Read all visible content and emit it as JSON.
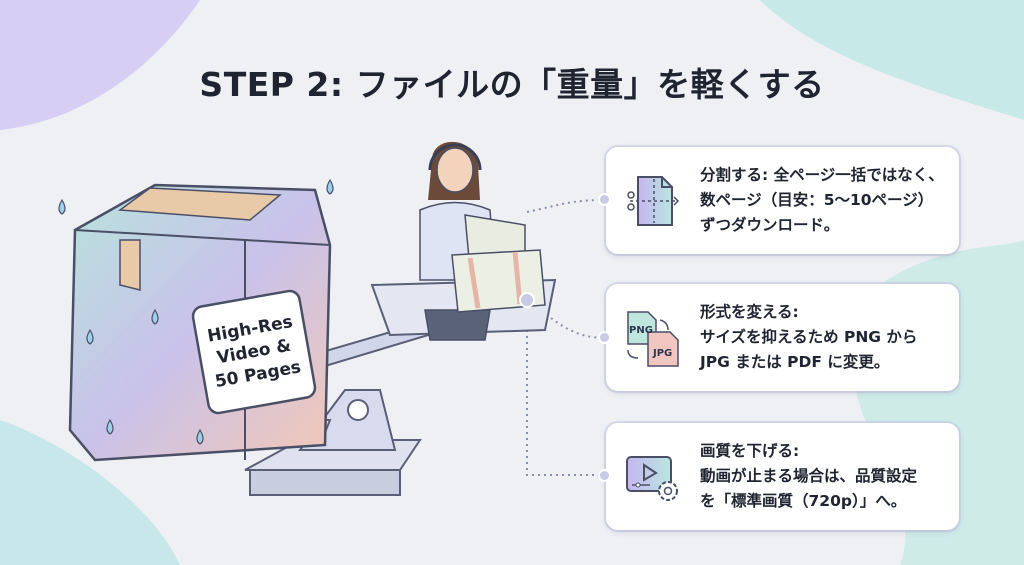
{
  "title": "STEP 2: ファイルの「重量」を軽くする",
  "illustration": {
    "label_lines": [
      "High-Res",
      "Video &",
      "50 Pages"
    ]
  },
  "cards": [
    {
      "icon": "scissors-split-icon",
      "lines": [
        "分割する: 全ページ一括ではなく、",
        "数ページ（目安：5〜10ページ）",
        "ずつダウンロード。"
      ]
    },
    {
      "icon": "png-to-jpg-icon",
      "badges": [
        "PNG",
        "JPG"
      ],
      "lines": [
        "形式を変える:",
        "サイズを抑えるため PNG から",
        "JPG または PDF に変更。"
      ]
    },
    {
      "icon": "video-settings-icon",
      "lines": [
        "画質を下げる:",
        "動画が止まる場合は、品質設定",
        "を「標準画質（720p）」へ。"
      ]
    }
  ]
}
